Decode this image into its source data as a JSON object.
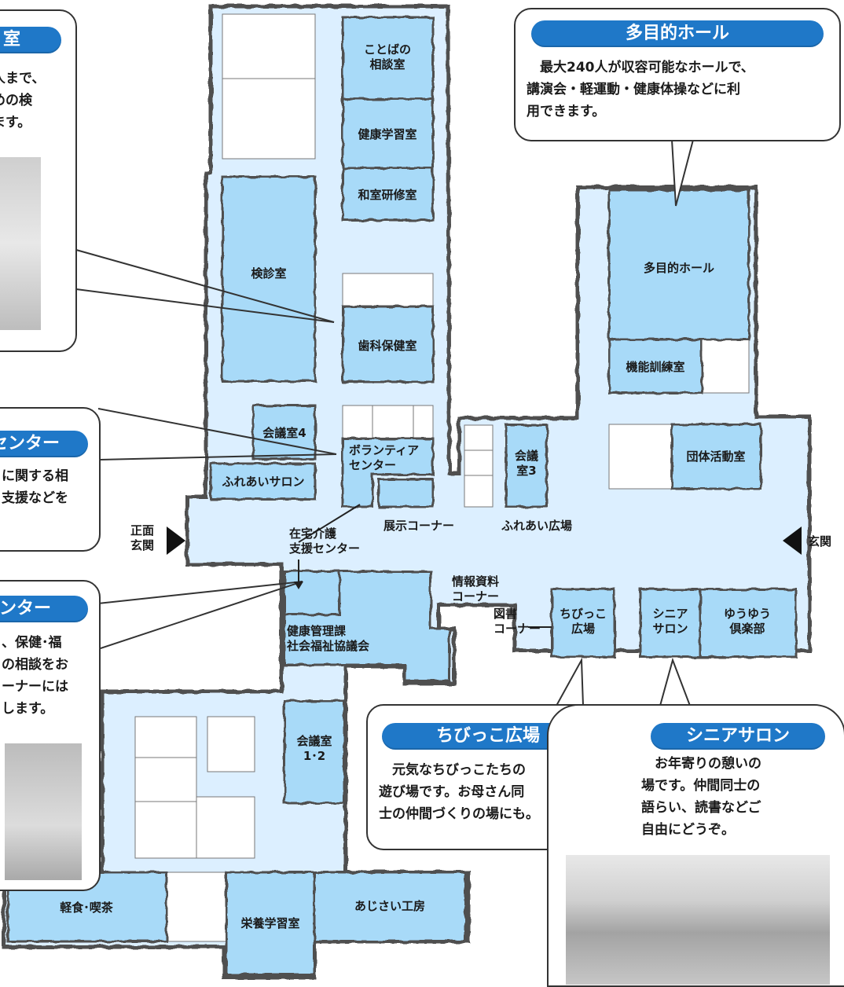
{
  "rooms": {
    "kotoba": "ことばの\n相談室",
    "kenko_gakushu": "健康学習室",
    "washitsu": "和室研修室",
    "kenshin": "検診室",
    "shika": "歯科保健室",
    "tamokuteki": "多目的ホール",
    "kino_kunren": "機能訓練室",
    "kaigi4": "会議室4",
    "volunteer": "ボランティア\nセンター",
    "fureai_salon": "ふれあいサロン",
    "kaigi3": "会議\n室3",
    "dantai": "団体活動室",
    "tenji": "展示コーナー",
    "fureai_hiroba": "ふれあい広場",
    "zaitaku": "在宅介護\n支援センター",
    "shomen": "正面\n玄関",
    "genkan": "玄関",
    "joho": "情報資料\nコーナー",
    "tosho": "図書\nコーナー",
    "kenko_kanri": "健康管理課\n社会福祉協議会",
    "chibikko": "ちびっこ\n広場",
    "senior": "シニア\nサロン",
    "yuyu": "ゆうゆう\n倶楽部",
    "kaigi12": "会議室\n1･2",
    "keishoku": "軽食･喫茶",
    "eiyo": "栄養学習室",
    "ajisai": "あじさい工房"
  },
  "callouts": {
    "shika_room": {
      "title": "室",
      "text": "人まで、\nめの検\nます。"
    },
    "volunteer_center": {
      "title": "センター",
      "text": "に関する相\n支援などを"
    },
    "zaitaku_center": {
      "title": "ンター",
      "text": "、保健･福\nの相談をお\nーナーには\nします。"
    },
    "tamokuteki_hall": {
      "title": "多目的ホール",
      "text": "　最大240人が収容可能なホールで、\n講演会・軽運動・健康体操などに利\n用できます。"
    },
    "chibikko_hiroba": {
      "title": "ちびっこ広場",
      "text": "　元気なちびっこたちの\n遊び場です。お母さん同\n士の仲間づくりの場にも。"
    },
    "senior_salon": {
      "title": "シニアサロン",
      "text": "　お年寄りの憩いの\n場です。仲間同士の\n語らい、読書などご\n自由にどうぞ。"
    }
  },
  "colors": {
    "floor": "#dcefff",
    "room": "#a8daf8",
    "wall": "#505050",
    "pill": "#1f78c8"
  }
}
